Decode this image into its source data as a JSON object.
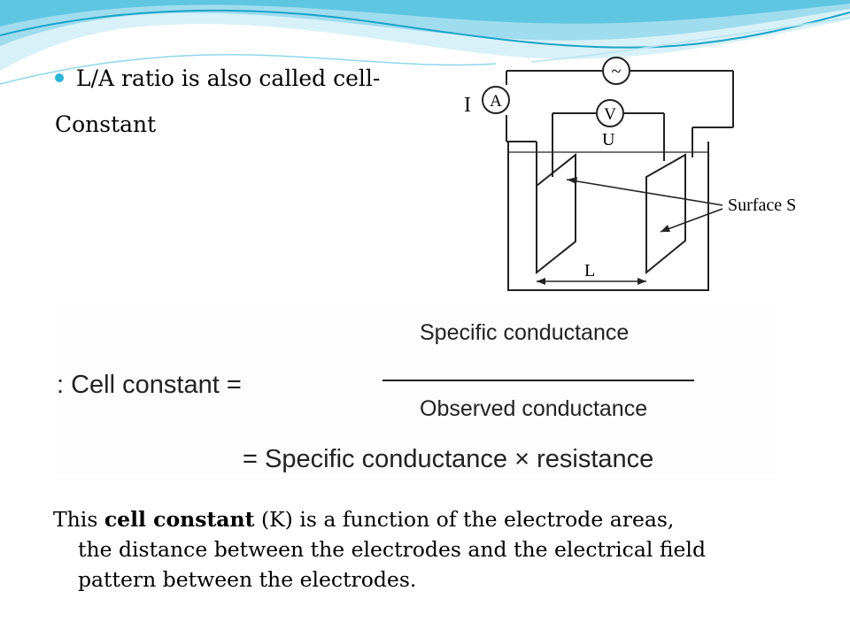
{
  "bullet": {
    "text": "L/A ratio is also called cell-"
  },
  "continuation": {
    "text": "Constant"
  },
  "diagram": {
    "ac_source_symbol": "~",
    "ammeter_symbol": "A",
    "current_label": "I",
    "voltmeter_symbol": "V",
    "voltage_label": "U",
    "surface_label": "Surface S",
    "distance_label": "L"
  },
  "formula": {
    "lhs": ": Cell constant =",
    "numerator": "Specific conductance",
    "denominator": "Observed conductance",
    "second_line": "= Specific conductance × resistance"
  },
  "paragraph": {
    "intro": "This ",
    "bold_term": "cell constant",
    "after_bold": " (K) is a function of the electrode areas,",
    "line2": "the distance between the electrodes and the electrical field",
    "line3": "pattern between the electrodes."
  },
  "colors": {
    "wave_dark": "#1aa3c8",
    "wave_light": "#9fdcee",
    "bullet": "#2bb5d6"
  }
}
